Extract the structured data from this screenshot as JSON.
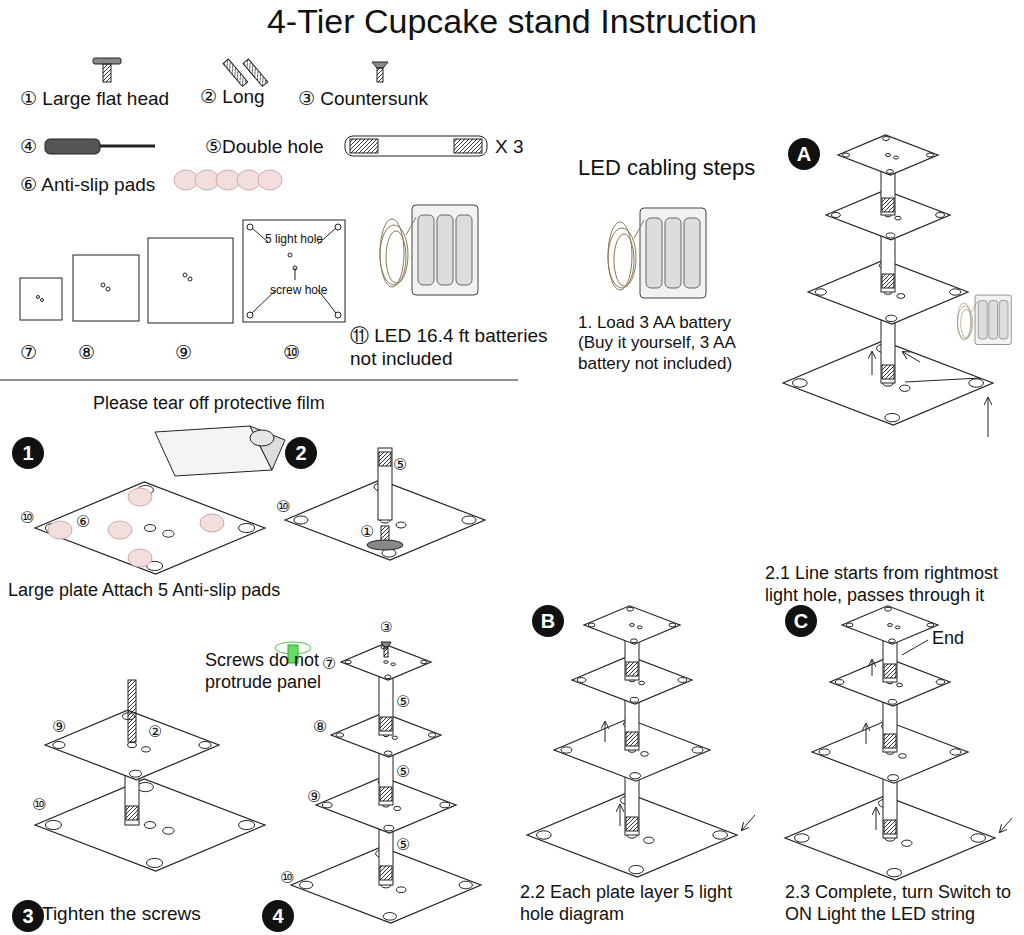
{
  "diagram": {
    "title": "4-Tier Cupcake stand Instruction",
    "nodes": [
      {
        "text": [
          "A"
        ]
      },
      {
        "text": [
          "1"
        ]
      },
      {
        "text": [
          "2"
        ]
      },
      {
        "text": [
          "B"
        ]
      },
      {
        "text": [
          "C"
        ]
      },
      {
        "text": [
          "3"
        ]
      },
      {
        "text": [
          "4"
        ]
      }
    ],
    "labels": [
      "① Large flat head",
      "② Long",
      "③ Countersunk",
      "④",
      "⑤Double hole",
      "X 3",
      "⑥ Anti-slip pads",
      "5 light hole",
      "screw hole",
      "⑦",
      "⑧",
      "⑨",
      "⑩",
      "⑪ LED 16.4 ft batteries not included",
      "LED cabling steps",
      "1. Load 3 AA battery (Buy it yourself, 3 AA battery not included)",
      "Please tear off protective film",
      "⑩",
      "⑥",
      "Large plate Attach 5 Anti-slip pads",
      "⑤",
      "⑩",
      "①",
      "⑨",
      "②",
      "⑩",
      "Tighten the screws",
      "③",
      "⑦",
      "Screws do not protrude panel",
      "⑤",
      "⑧",
      "⑤",
      "⑨",
      "⑤",
      "⑩",
      "2.1 Line starts from rightmost light hole, passes through it",
      "End",
      "2.2 Each plate layer 5 light hole diagram",
      "2.3 Complete, turn Switch to ON Light the LED string"
    ]
  }
}
